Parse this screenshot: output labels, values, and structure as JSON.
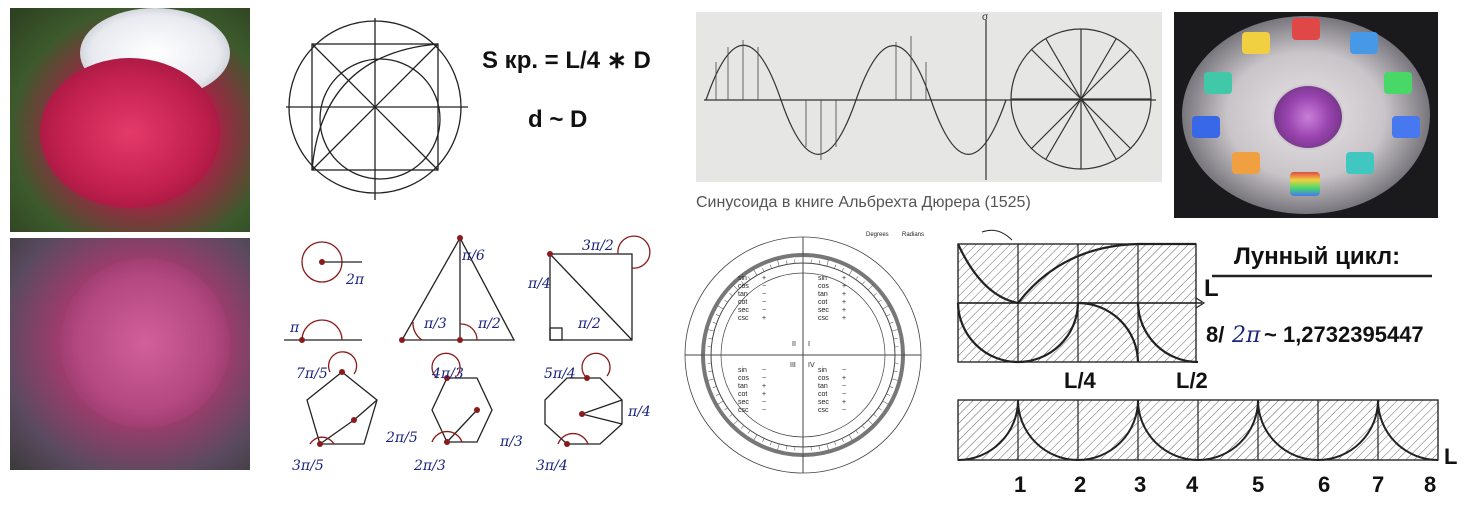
{
  "formula_area": {
    "line1": "S кр. = L/4 ∗ D",
    "line2": "d ~ D"
  },
  "durer": {
    "caption": "Синусоида в книге Альбрехта Дюрера (1525)",
    "sheet_letter": "σ"
  },
  "angles": {
    "circle_full": "2π",
    "half": "π",
    "triangle_top": "π/6",
    "triangle_left": "π/3",
    "triangle_right": "π/2",
    "square_top": "3π/2",
    "square_left": "π/4",
    "square_inner": "π/2",
    "pentagon_top": "7π/5",
    "pentagon_right": "2π/5",
    "pentagon_bottom": "3π/5",
    "hexagon_top": "4π/3",
    "hexagon_right": "π/3",
    "hexagon_bottom": "2π/3",
    "octagon_top": "5π/4",
    "octagon_right": "π/4",
    "octagon_bottom": "3π/4"
  },
  "unit_circle": {
    "quadrant_rows": [
      "sin",
      "cos",
      "tan",
      "cot",
      "sec",
      "csc"
    ],
    "left_rows": [
      "sin",
      "cos",
      "tan",
      "cot",
      "sec",
      "csc"
    ],
    "q1_signs": [
      "+",
      "+",
      "+",
      "+",
      "+",
      "+"
    ],
    "q2_signs": [
      "+",
      "−",
      "−",
      "−",
      "−",
      "+"
    ],
    "q3_signs": [
      "−",
      "−",
      "+",
      "+",
      "−",
      "−"
    ],
    "q4_signs": [
      "−",
      "+",
      "−",
      "−",
      "+",
      "−"
    ],
    "label_degrees": "Degrees",
    "label_radians": "Radians",
    "quadrant_labels": [
      "I",
      "II",
      "III",
      "IV"
    ]
  },
  "lunar": {
    "title": "Лунный цикл:",
    "ratio_prefix": "8/",
    "ratio_symbol": "2π",
    "ratio_value": " ~ 1,2732395447",
    "L": "L",
    "L4": "L/4",
    "L2": "L/2",
    "numbers": [
      "1",
      "2",
      "3",
      "4",
      "5",
      "6",
      "7",
      "8"
    ],
    "L_bottom": "L"
  },
  "colors": {
    "accent_red": "#8b1a1a",
    "greek_blue": "#1a237e"
  }
}
